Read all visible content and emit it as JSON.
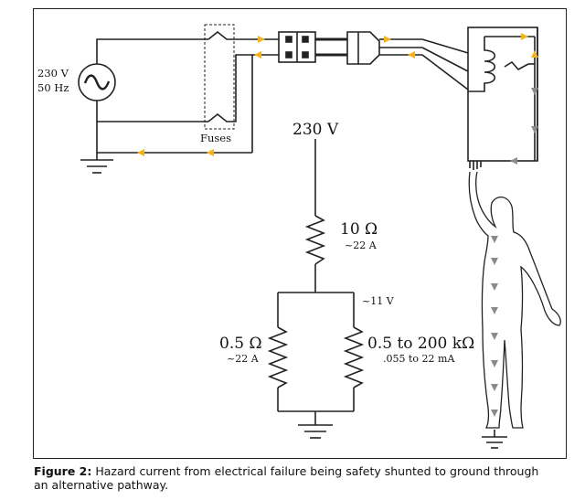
{
  "source": {
    "voltage": "230 V",
    "frequency": "50 Hz"
  },
  "fuses_label": "Fuses",
  "circuit": {
    "supply_label": "230 V",
    "series_resistor": {
      "value": "10 Ω",
      "current": "~22 A"
    },
    "node_voltage": "~11 V",
    "ground_path": {
      "value": "0.5 Ω",
      "current": "~22 A"
    },
    "body_path": {
      "value": "0.5 to 200 kΩ",
      "current": ".055 to 22 mA"
    }
  },
  "caption": {
    "label": "Figure 2:",
    "text": " Hazard current from electrical failure being safety shunted to ground through an alternative pathway."
  },
  "colors": {
    "current_arrow": "#f5b21a",
    "body_arrow": "#8a8a8a",
    "line": "#222222"
  }
}
